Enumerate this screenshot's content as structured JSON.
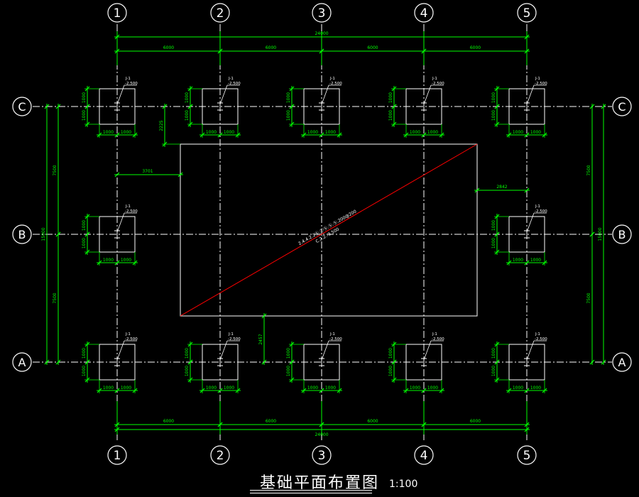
{
  "drawing": {
    "title": "基础平面布置图",
    "scale": "1:100",
    "colors": {
      "background": "#000000",
      "axis_bubble": "#ffffff",
      "axis_line": "#ffffff",
      "dimension": "#00ff00",
      "footing": "#ffffff",
      "label": "#ffffff",
      "diagonal": "#ff0000"
    }
  },
  "axes": {
    "numbers": [
      "1",
      "2",
      "3",
      "4",
      "5"
    ],
    "letters": [
      "C",
      "B",
      "A"
    ]
  },
  "dims": {
    "overall_x": "24000",
    "bay_x": [
      "6000",
      "6000",
      "6000",
      "6000"
    ],
    "overall_y": "15000",
    "bay_y": [
      "7500",
      "7500"
    ],
    "footing_half": "1000",
    "top_offset": "2225",
    "left_offset": "3701",
    "right_offset": "2842",
    "bottom_offset": "2457"
  },
  "footing_labels": {
    "tag": "J-1",
    "elev": "-2.500"
  },
  "opening": {
    "note1": "2.4.4.2.2Ⓢ.ⓉⓈ.Ⓢ.Ⓢ.200@200",
    "note2": "C.2.2.-3.500"
  }
}
